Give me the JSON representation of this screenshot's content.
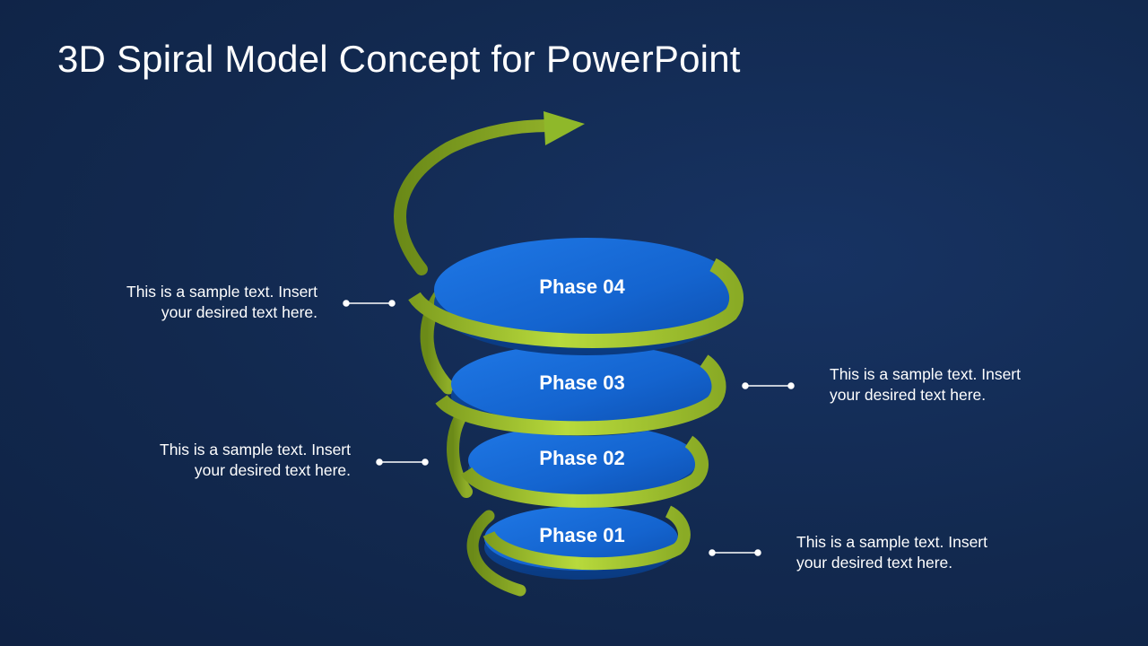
{
  "slide": {
    "title": "3D Spiral Model Concept for PowerPoint"
  },
  "colors": {
    "background": "#12294f",
    "disc": "#1a6ad6",
    "spiral": "#a6c83a",
    "text": "#ffffff"
  },
  "phases": [
    {
      "label": "Phase 04"
    },
    {
      "label": "Phase 03"
    },
    {
      "label": "Phase 02"
    },
    {
      "label": "Phase 01"
    }
  ],
  "callouts": [
    {
      "line1": "This is a sample text. Insert",
      "line2": "your desired text here."
    },
    {
      "line1": "This is a sample text. Insert",
      "line2": "your desired text here."
    },
    {
      "line1": "This is a sample text. Insert",
      "line2": "your desired text here."
    },
    {
      "line1": "This is a sample text. Insert",
      "line2": "your desired text here."
    }
  ]
}
